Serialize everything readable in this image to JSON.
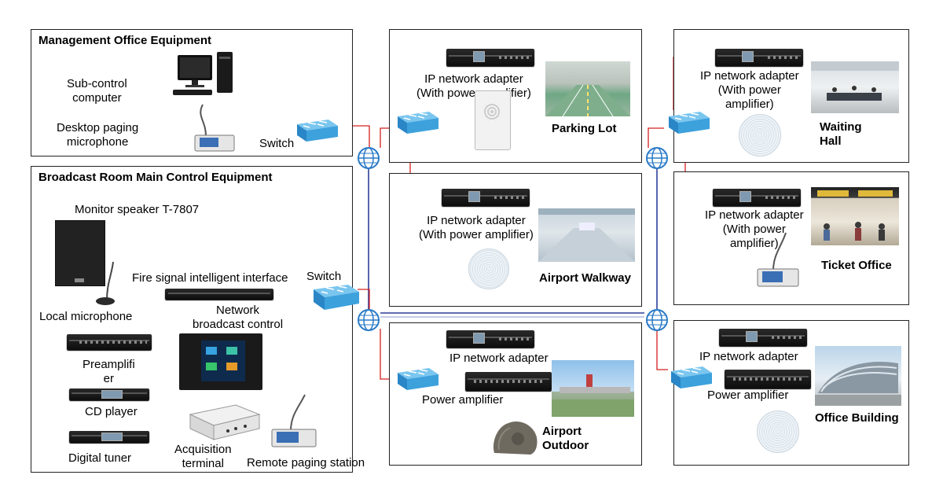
{
  "management": {
    "title": "Management Office Equipment",
    "sub_control_label": "Sub-control\ncomputer",
    "desktop_mic_label": "Desktop paging\nmicrophone",
    "switch_label": "Switch"
  },
  "broadcast": {
    "title": "Broadcast Room Main Control Equipment",
    "monitor_label": "Monitor speaker T-7807",
    "local_mic_label": "Local microphone",
    "preamp_label": "Preamplifi\ner",
    "cd_label": "CD player",
    "tuner_label": "Digital tuner",
    "fire_label": "Fire signal intelligent interface",
    "switch_label": "Switch",
    "nbc_label": "Network\nbroadcast control",
    "acq_label": "Acquisition\nterminal",
    "remote_label": "Remote paging station"
  },
  "zones": {
    "parking": {
      "adapter": "IP network adapter\n(With power amplifier)",
      "name": "Parking Lot"
    },
    "walkway": {
      "adapter": "IP network adapter\n(With power amplifier)",
      "name": "Airport Walkway"
    },
    "outdoor": {
      "adapter": "IP network adapter",
      "amp": "Power amplifier",
      "name": "Airport\nOutdoor"
    },
    "waiting": {
      "adapter": "IP network adapter\n(With power\namplifier)",
      "name": "Waiting\nHall"
    },
    "ticket": {
      "adapter": "IP network adapter\n(With power\namplifier)",
      "name": "Ticket Office"
    },
    "office": {
      "adapter": "IP network adapter",
      "amp": "Power amplifier",
      "name": "Office Building"
    }
  },
  "colors": {
    "wire_red": "#d42020",
    "wire_blue": "#2d3f99",
    "wire_green": "#2f8a3a",
    "wire_cyan": "#2aa7c9"
  }
}
